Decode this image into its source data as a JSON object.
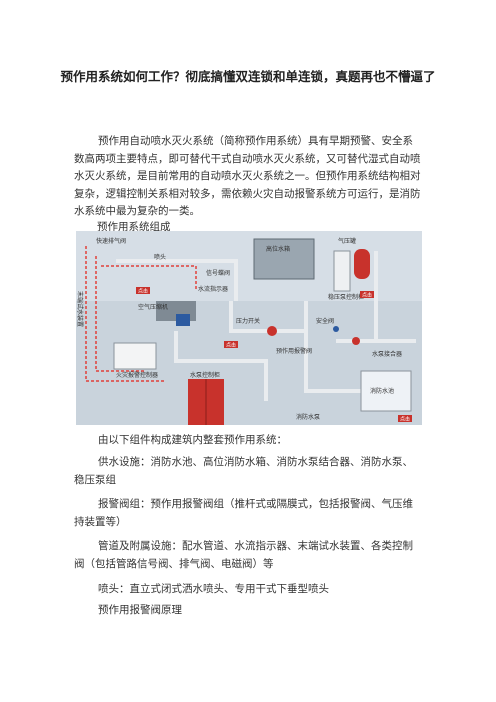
{
  "article": {
    "title": "预作用系统如何工作？彻底搞懂双连锁和单连锁，真题再也不懵逼了",
    "intro": "预作用自动喷水灭火系统（简称预作用系统）具有早期预警、安全系数高两项主要特点，即可替代干式自动喷水灭火系统，又可替代湿式自动喷水灭火系统，是目前常用的自动喷水灭火系统之一。但预作用系统结构相对复杂，逻辑控制关系相对较多，需依赖火灾自动报警系统方可运行，是消防水系统中最为复杂的一类。",
    "figure_caption": "预作用系统组成",
    "components_intro": "由以下组件构成建筑内整套预作用系统：",
    "components": [
      "供水设施：消防水池、高位消防水箱、消防水泵结合器、消防水泵、稳压泵组",
      "报警阀组：预作用报警阀组（推杆式或隔膜式，包括报警阀、气压维持装置等）",
      "管道及附属设施：配水管道、水流指示器、末端试水装置、各类控制阀（包括管路信号阀、排气阀、电磁阀）等",
      "喷头：直立式闭式洒水喷头、专用干式下垂型喷头"
    ],
    "next_heading": "预作用报警阀原理"
  },
  "diagram": {
    "labels": {
      "exhaust_valve": "快速排气阀",
      "end_test": "末端试水装置",
      "sprinkler": "喷头",
      "signal_valve": "信号蝶阀",
      "water_flow": "水流指示器",
      "air_compressor": "空气压缩机",
      "alarm_panel": "火灾报警控制器",
      "roof_tank": "高位水箱",
      "pressure_tank": "气压罐",
      "stabilizer_cabinet": "稳压泵控制柜",
      "pressure_switch": "压力开关",
      "alarm_valve": "预作用报警阀",
      "water_adapter": "水泵接合器",
      "safety_valve": "安全阀",
      "fire_pool": "消防水池",
      "pump_cabinet": "水泵控制柜",
      "fire_pump": "消防水泵",
      "tag": "点击"
    }
  }
}
